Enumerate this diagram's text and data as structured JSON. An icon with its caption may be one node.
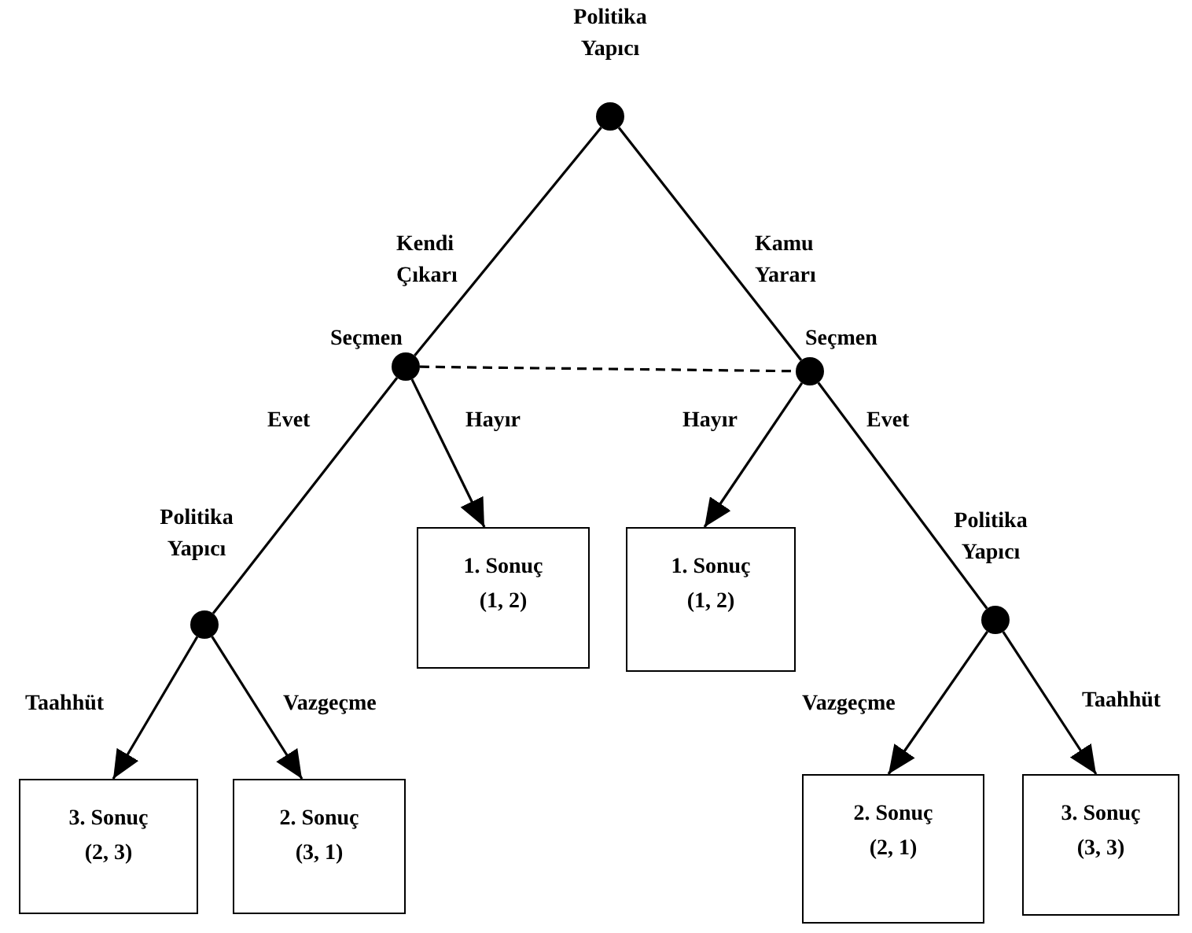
{
  "diagram": {
    "nodes": [
      {
        "text": [
          "Politika Yapıcı"
        ]
      },
      {
        "text": [
          "Seçmen"
        ]
      },
      {
        "text": [
          "Seçmen"
        ]
      },
      {
        "text": [
          "Politika Yapıcı"
        ]
      },
      {
        "text": [
          "1. Sonuç",
          "(1, 2)"
        ]
      },
      {
        "text": [
          "1. Sonuç",
          "(1, 2)"
        ]
      },
      {
        "text": [
          "Politika Yapıcı"
        ]
      },
      {
        "text": [
          "3. Sonuç",
          "(2, 3)"
        ]
      },
      {
        "text": [
          "2. Sonuç",
          "(3, 1)"
        ]
      },
      {
        "text": [
          "2. Sonuç",
          "(2, 1)"
        ]
      },
      {
        "text": [
          "3. Sonuç",
          "(3, 3)"
        ]
      }
    ],
    "edges": [
      {
        "from": 0,
        "to": 1,
        "arrow": "none",
        "label": "Kendi Çıkarı"
      },
      {
        "from": 0,
        "to": 2,
        "arrow": "none",
        "label": "Kamu Yararı"
      },
      {
        "from": 1,
        "to": 2,
        "arrow": "none",
        "style": "dashed"
      },
      {
        "from": 1,
        "to": 3,
        "arrow": "none",
        "label": "Evet"
      },
      {
        "from": 1,
        "to": 4,
        "arrow": "to",
        "label": "Hayır"
      },
      {
        "from": 2,
        "to": 5,
        "arrow": "to",
        "label": "Hayır"
      },
      {
        "from": 2,
        "to": 6,
        "arrow": "none",
        "label": "Evet"
      },
      {
        "from": 3,
        "to": 7,
        "arrow": "to",
        "label": "Taahhüt"
      },
      {
        "from": 3,
        "to": 8,
        "arrow": "to",
        "label": "Vazgeçme"
      },
      {
        "from": 6,
        "to": 9,
        "arrow": "to",
        "label": "Vazgeçme"
      },
      {
        "from": 6,
        "to": 10,
        "arrow": "to",
        "label": "Taahhüt"
      }
    ]
  }
}
